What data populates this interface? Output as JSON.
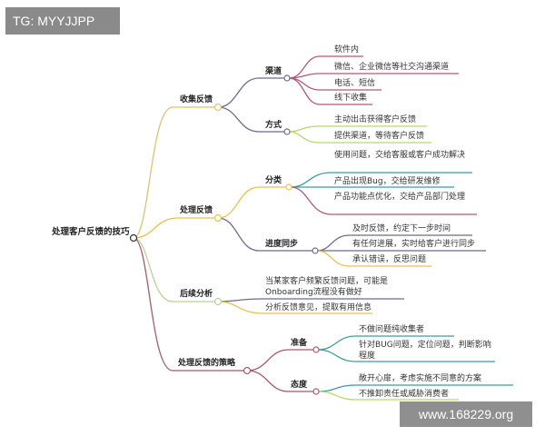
{
  "watermark_tl": "TG: MYYJJPP",
  "watermark_br": "www.168229.org",
  "root": "处理客户反馈的技巧",
  "branches": [
    {
      "label": "收集反馈",
      "color": "#d8c474"
    },
    {
      "label": "处理反馈",
      "color": "#e6c24d"
    },
    {
      "label": "后续分析",
      "color": "#b9d19a"
    },
    {
      "label": "处理反馈的策略",
      "color": "#a85b6b"
    }
  ],
  "sub": {
    "qudao": "渠道",
    "fangshi": "方式",
    "fenlei": "分类",
    "jindu": "进度同步",
    "zhunbei": "准备",
    "taidu": "态度"
  },
  "leaves": {
    "qudao": [
      "软件内",
      "微信、企业微信等社交沟通渠道",
      "电话、短信",
      "线下收集"
    ],
    "fangshi": [
      "主动出击获得客户反馈",
      "提供渠道，等待客户反馈"
    ],
    "fenlei": [
      "使用问题，交给客服或客户成功解决",
      "产品出现Bug，交给研发维修",
      "产品功能点优化，交给产品部门处理"
    ],
    "jindu": [
      "及时反馈，约定下一步时间",
      "有任何进展，实时给客户进行同步",
      "承认错误，反思问题"
    ],
    "houxu": [
      "当某家客户频繁反馈问题，可能是Onboarding流程没有做好",
      "分析反馈意见，提取有用信息"
    ],
    "zhunbei": [
      "不做问题纯收集者",
      "针对BUG问题，定位问题，判断影响程度"
    ],
    "taidu": [
      "敞开心扉，考虑实施不同意的方案",
      "不推卸责任或威胁消费者"
    ]
  }
}
